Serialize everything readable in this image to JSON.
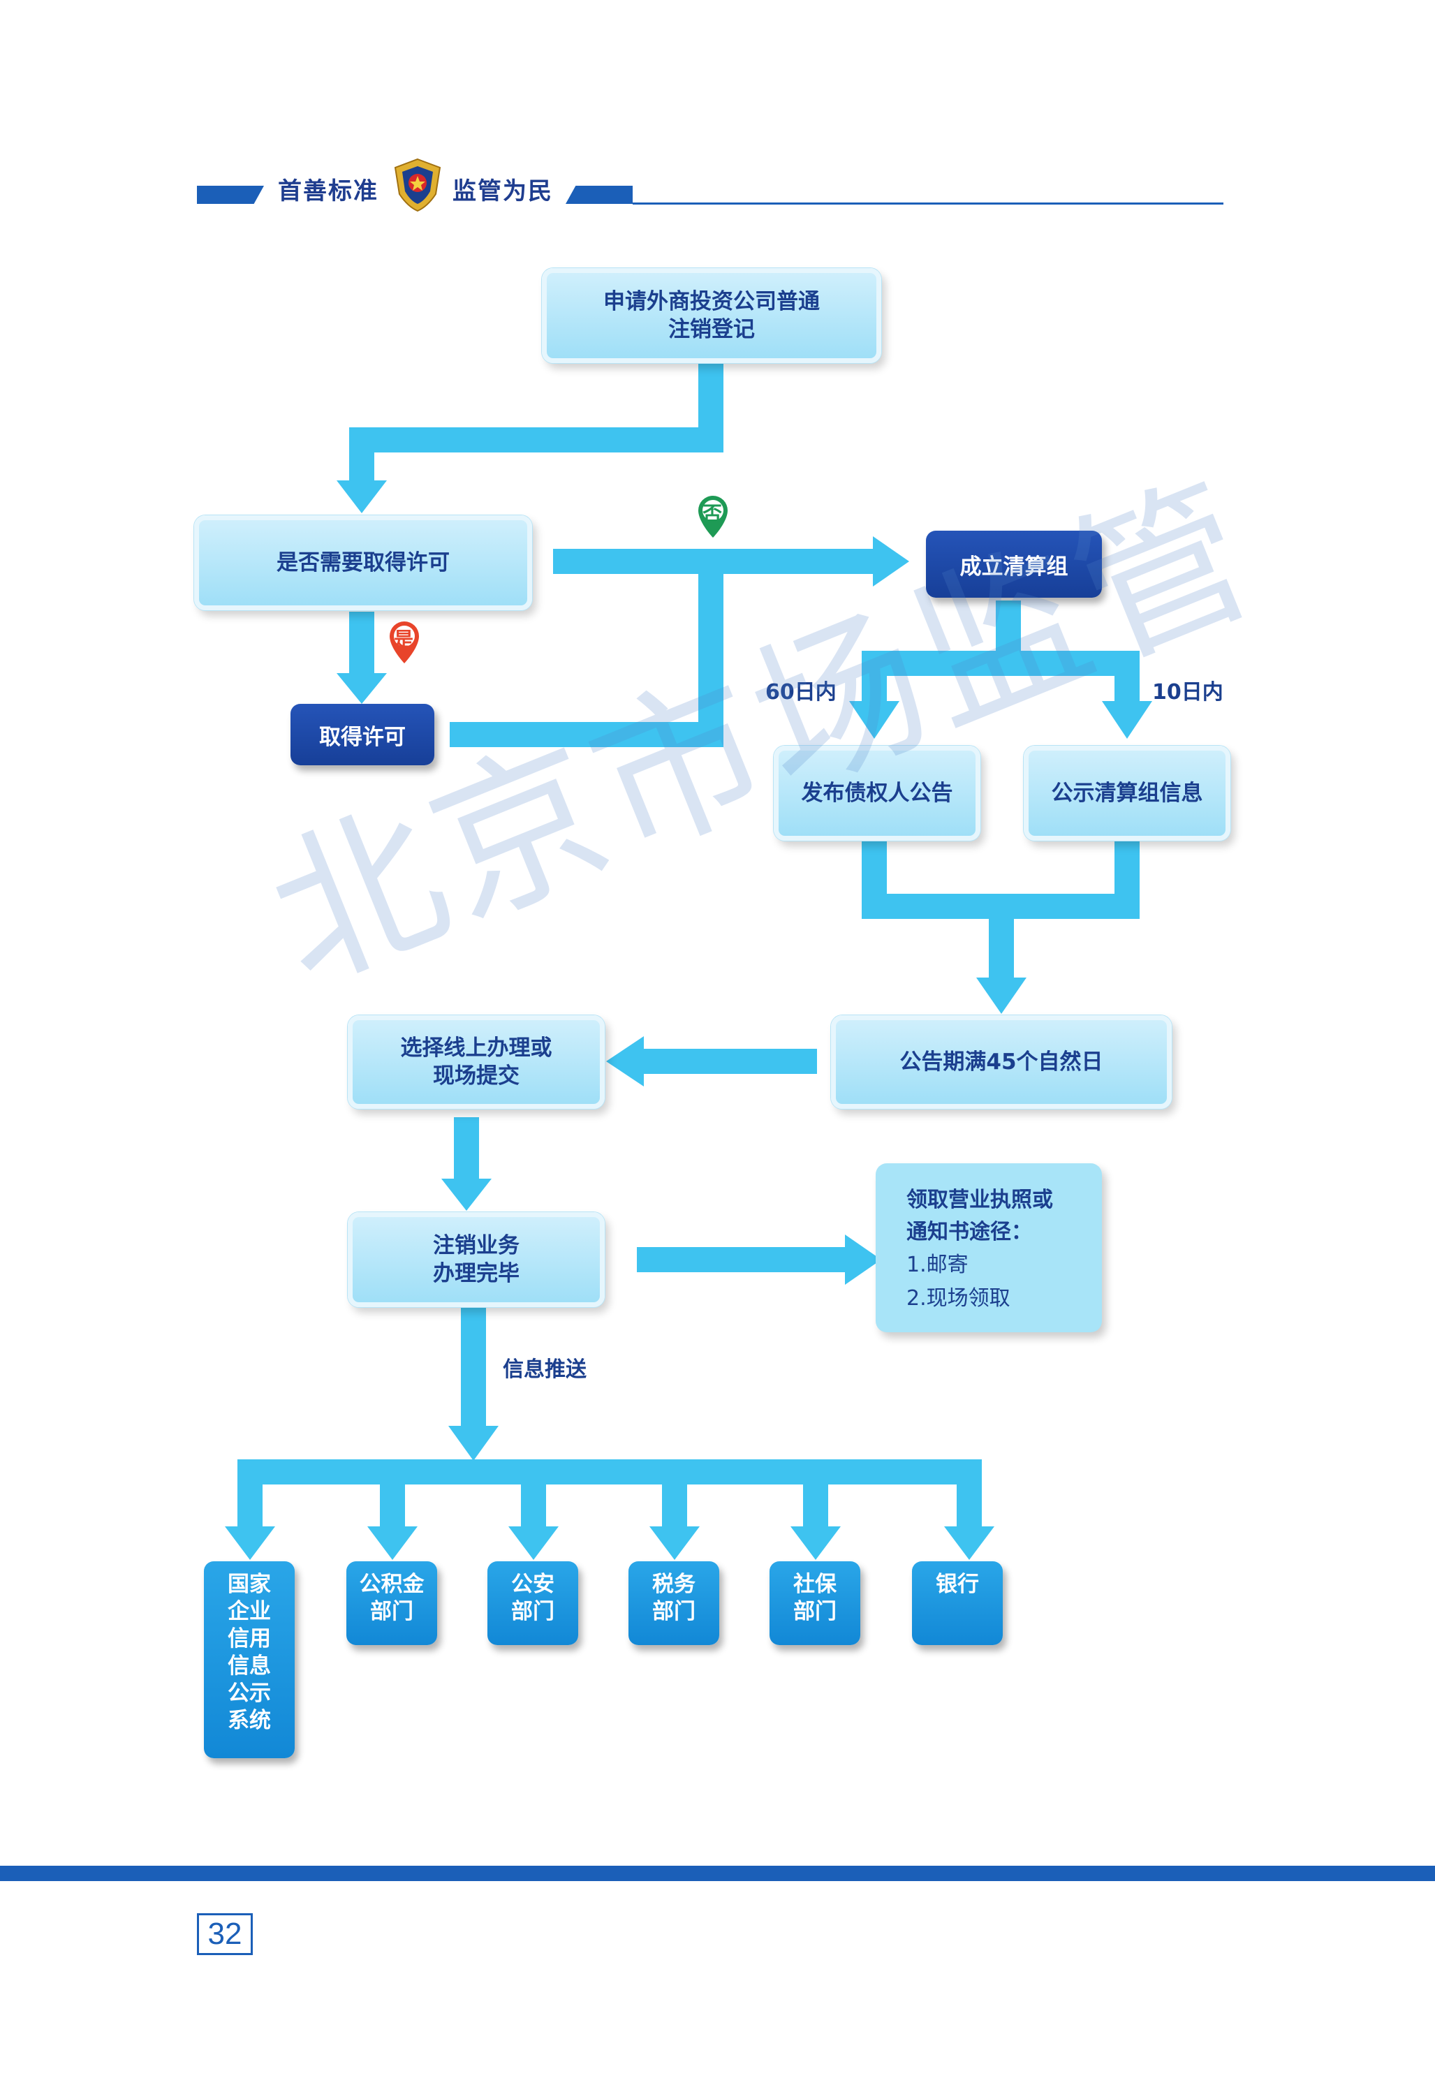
{
  "header": {
    "left_slogan": "首善标准",
    "right_slogan": "监管为民",
    "emblem_icon": "police-emblem-icon"
  },
  "nodes": {
    "start": "申请外商投资公司普通\n注销登记",
    "need_permit": "是否需要取得许可",
    "get_permit": "取得许可",
    "liquidation_group": "成立清算组",
    "creditor_notice": "发布债权人公告",
    "publicize_group_info": "公示清算组信息",
    "notice_period": "公告期满45个自然日",
    "choose_channel": "选择线上办理或\n现场提交",
    "cancellation_done": "注销业务\n办理完毕",
    "license_retrieval_title": "领取营业执照或\n通知书途径：",
    "license_retrieval_options": [
      "1.邮寄",
      "2.现场领取"
    ]
  },
  "labels": {
    "no": "否",
    "yes": "是",
    "within_60": "60日内",
    "within_10": "10日内",
    "info_push": "信息推送"
  },
  "targets": [
    "国家\n企业\n信用\n信息\n公示\n系统",
    "公积金\n部门",
    "公安\n部门",
    "税务\n部门",
    "社保\n部门",
    "银行"
  ],
  "watermark": "北京市场监管",
  "page_number": "32",
  "colors": {
    "arrow": "#3ec3f0",
    "dark_blue": "#1a4299",
    "header_blue": "#1b5fb8",
    "no_marker": "#1e9a55",
    "yes_marker": "#e8442a"
  }
}
